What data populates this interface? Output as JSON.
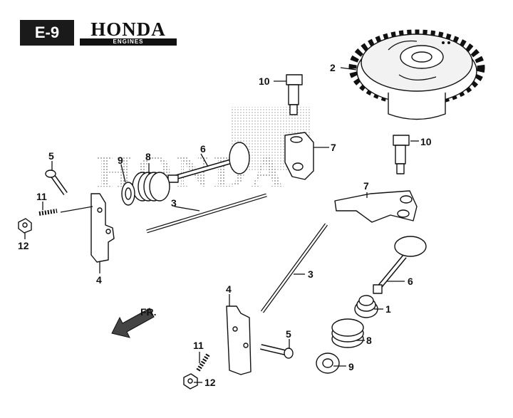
{
  "page_code": "E-9",
  "brand": {
    "name": "HONDA",
    "subtitle": "ENGINES"
  },
  "watermark_text": "HONDA",
  "direction_label": "FR.",
  "callouts": [
    {
      "id": "gear",
      "label": "2"
    },
    {
      "id": "bolt-top",
      "label": "10"
    },
    {
      "id": "bolt-right",
      "label": "10"
    },
    {
      "id": "rocker-upper",
      "label": "7"
    },
    {
      "id": "rocker-lower",
      "label": "7"
    },
    {
      "id": "valve-upper",
      "label": "6"
    },
    {
      "id": "valve-lower",
      "label": "6"
    },
    {
      "id": "spring-upper",
      "label": "8"
    },
    {
      "id": "spring-lower",
      "label": "8"
    },
    {
      "id": "retainer-upper",
      "label": "9"
    },
    {
      "id": "retainer-lower",
      "label": "9"
    },
    {
      "id": "pin-upper",
      "label": "5"
    },
    {
      "id": "pin-lower",
      "label": "5"
    },
    {
      "id": "adjuster-upper",
      "label": "11"
    },
    {
      "id": "adjuster-lower",
      "label": "11"
    },
    {
      "id": "nut-upper",
      "label": "12"
    },
    {
      "id": "nut-lower",
      "label": "12"
    },
    {
      "id": "pushrod-upper",
      "label": "3"
    },
    {
      "id": "pushrod-lower",
      "label": "3"
    },
    {
      "id": "arm-upper",
      "label": "4"
    },
    {
      "id": "arm-lower",
      "label": "4"
    },
    {
      "id": "valve-seat",
      "label": "1"
    }
  ]
}
